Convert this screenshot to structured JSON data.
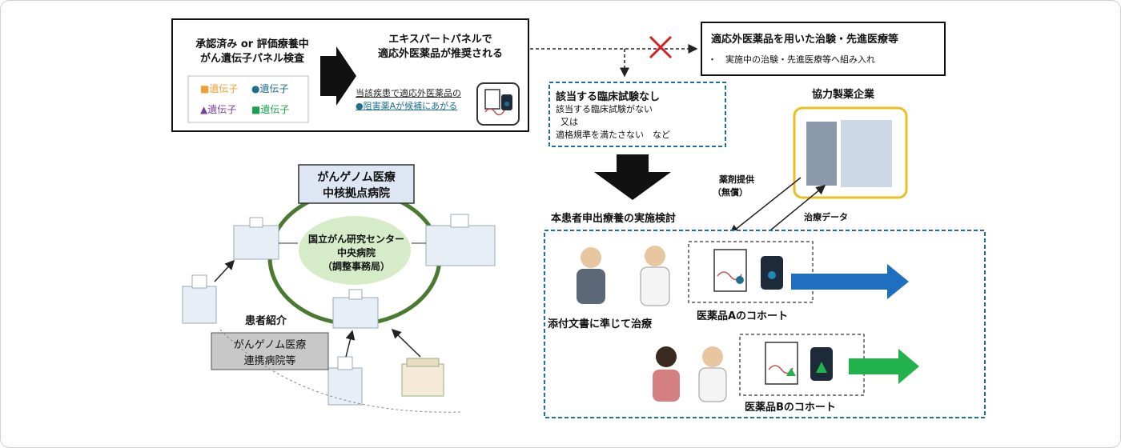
{
  "top_box": {
    "line1": "承認済み or 評価療養中",
    "line2": "がん遺伝子パネル検査",
    "legend": [
      {
        "symbol": "■",
        "label": "遺伝子",
        "color": "#f0a030"
      },
      {
        "symbol": "●",
        "label": "遺伝子",
        "color": "#1f6f8b"
      },
      {
        "symbol": "▲",
        "label": "遺伝子",
        "color": "#7a3fa0"
      },
      {
        "symbol": "■",
        "label": "遺伝子",
        "color": "#1fa050"
      }
    ],
    "expert_line1": "エキスパートパネルで",
    "expert_line2": "適応外医薬品が推奨される",
    "candidate_line1": "当該疾患で適応外医薬品の",
    "candidate_line2": "●阻害薬Aが候補にあがる"
  },
  "trial_box": {
    "title": "適応外医薬品を用いた治験・先進医療等",
    "bullet": "・　実施中の治験・先進医療等へ組み入れ"
  },
  "no_trial_box": {
    "title": "該当する臨床試験なし",
    "line1": "該当する臨床試験がない",
    "line2": "又は",
    "line3": "適格規準を満たさない　など"
  },
  "study_label": "本患者申出療養の実施検討",
  "pharma": {
    "title": "協力製薬企業",
    "supply": "薬剤提供",
    "free": "（無償）",
    "data": "治療データ"
  },
  "hospital_network": {
    "core_line1": "がんゲノム医療",
    "core_line2": "中核拠点病院",
    "center_line1": "国立がん研究センター",
    "center_line2": "中央病院",
    "center_line3": "（調整事務局）",
    "referral": "患者紹介",
    "partner_line1": "がんゲノム医療",
    "partner_line2": "連携病院等"
  },
  "treatment": {
    "label": "添付文書に準じて治療",
    "cohort_a": "医薬品Aのコホート",
    "cohort_b": "医薬品Bのコホート"
  },
  "colors": {
    "blue_dash": "#1a6fa8",
    "arrow_a": "#1e6fbf",
    "arrow_b": "#22b24c",
    "red_x": "#d42020",
    "gold": "#e8c020",
    "ring": "#4a7a30"
  }
}
